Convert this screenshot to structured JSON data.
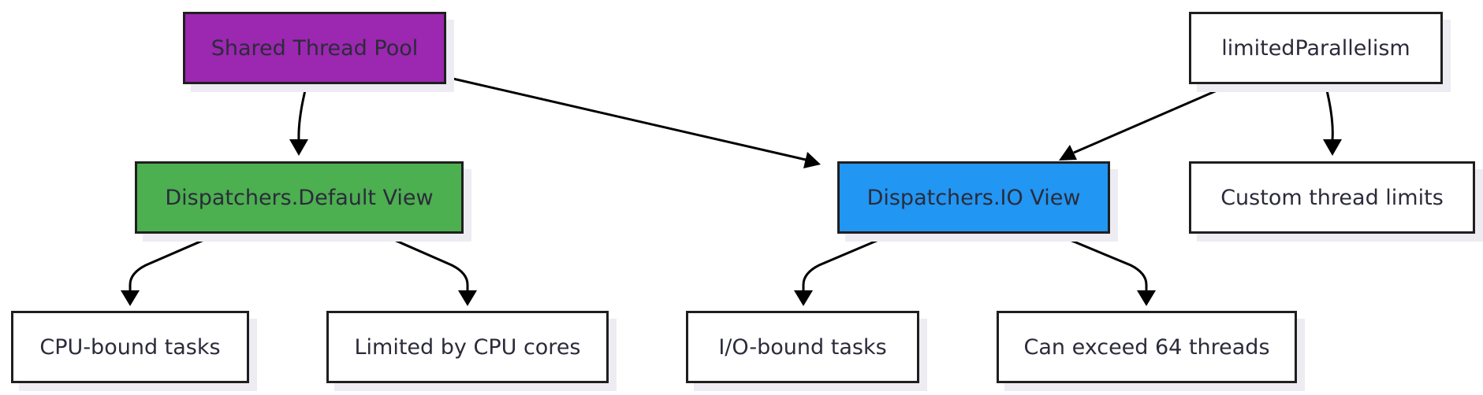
{
  "nodes": {
    "shared_pool": "Shared Thread Pool",
    "limited_parallelism": "limitedParallelism",
    "default_view": "Dispatchers.Default View",
    "io_view": "Dispatchers.IO View",
    "custom_limits": "Custom thread limits",
    "cpu_tasks": "CPU-bound tasks",
    "cpu_cores": "Limited by CPU cores",
    "io_tasks": "I/O-bound tasks",
    "exceed_threads": "Can exceed 64 threads"
  },
  "edges": [
    {
      "from": "shared_pool",
      "to": "default_view"
    },
    {
      "from": "shared_pool",
      "to": "io_view"
    },
    {
      "from": "limited_parallelism",
      "to": "io_view"
    },
    {
      "from": "limited_parallelism",
      "to": "custom_limits"
    },
    {
      "from": "default_view",
      "to": "cpu_tasks"
    },
    {
      "from": "default_view",
      "to": "cpu_cores"
    },
    {
      "from": "io_view",
      "to": "io_tasks"
    },
    {
      "from": "io_view",
      "to": "exceed_threads"
    }
  ],
  "colors": {
    "shared_pool": "#9c27b0",
    "default_view": "#4caf50",
    "io_view": "#2196f3",
    "default_node": "#ffffff",
    "edge": "#000000"
  }
}
